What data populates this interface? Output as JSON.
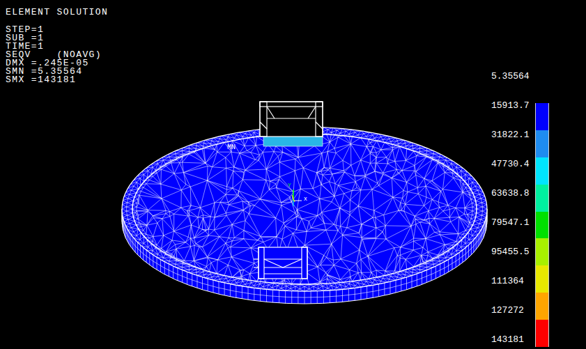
{
  "diagram": {
    "title": "ELEMENT SOLUTION",
    "labels": [
      "STEP=1",
      "SUB =1",
      "TIME=1",
      "SEQV    (NOAVG)",
      "DMX =.245E-05",
      "SMN =5.35564",
      "SMX =143181",
      "MN",
      "Y",
      "X",
      "5.35564"
    ],
    "legend": [
      {
        "text": "15913.7",
        "color": "#0000ff"
      },
      {
        "text": "31822.1",
        "color": "#1e8cf0"
      },
      {
        "text": "47730.4",
        "color": "#00e5ff"
      },
      {
        "text": "63638.8",
        "color": "#00f0a0"
      },
      {
        "text": "79547.1",
        "color": "#00e000"
      },
      {
        "text": "95455.5",
        "color": "#a8f000"
      },
      {
        "text": "111364",
        "color": "#e8e800"
      },
      {
        "text": "127272",
        "color": "#ffa500"
      },
      {
        "text": "143181",
        "color": "#ff0000"
      }
    ]
  }
}
